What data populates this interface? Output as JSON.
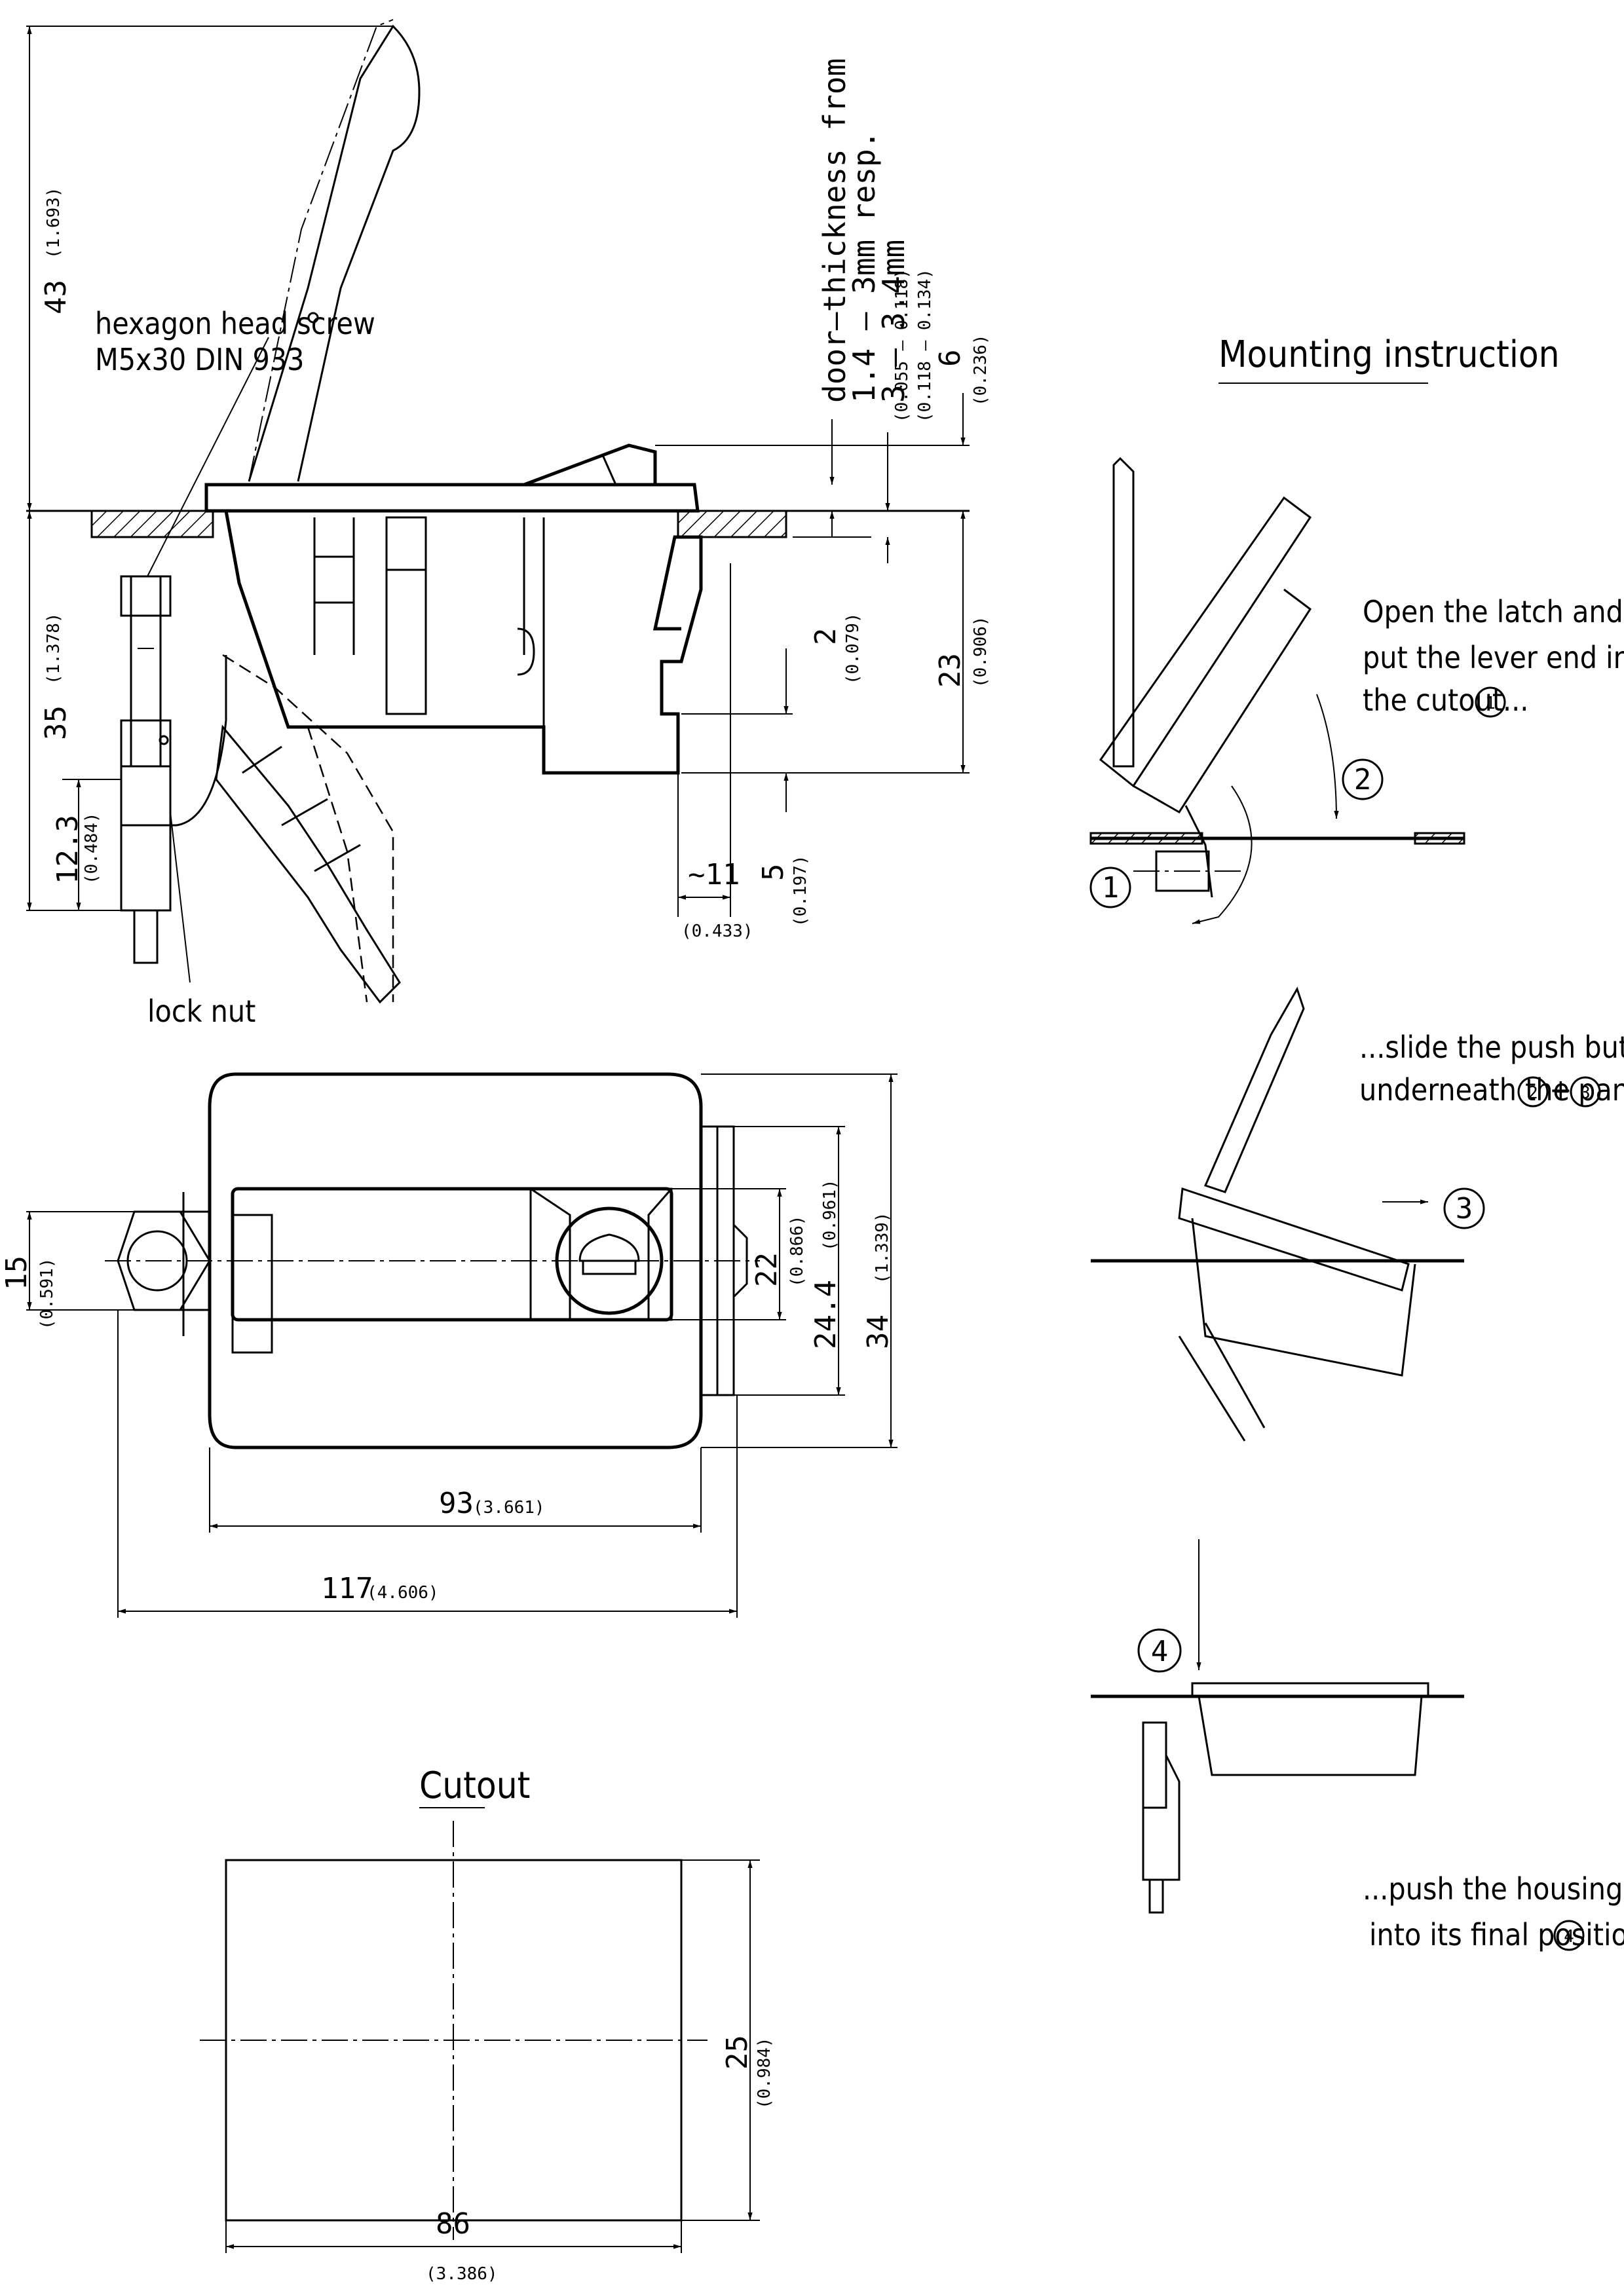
{
  "side_view": {
    "screw_label_1": "hexagon head screw",
    "screw_label_2": "M5x30 DIN 933",
    "locknut_label": "lock nut",
    "door_thickness_1": "door–thickness from",
    "door_thickness_2": "1.4 – 3mm  resp.",
    "door_thickness_3": "3 – 3.4mm",
    "door_inch_1": "(0.055 – 0.118)",
    "door_inch_2": "(0.118 – 0.134)",
    "dim_43": "43",
    "dim_43_in": "(1.693)",
    "dim_35": "35",
    "dim_35_in": "(1.378)",
    "dim_12_3": "12.3",
    "dim_12_3_in": "(0.484)",
    "dim_6": "6",
    "dim_6_in": "(0.236)",
    "dim_2": "2",
    "dim_2_in": "(0.079)",
    "dim_23": "23",
    "dim_23_in": "(0.906)",
    "dim_5": "5",
    "dim_5_in": "(0.197)",
    "dim_11": "~11",
    "dim_11_in": "(0.433)"
  },
  "front_view": {
    "dim_15": "15",
    "dim_15_in": "(0.591)",
    "dim_22": "22",
    "dim_22_in": "(0.866)",
    "dim_24_4": "24.4",
    "dim_24_4_in": "(0.961)",
    "dim_34": "34",
    "dim_34_in": "(1.339)",
    "dim_93": "93",
    "dim_93_in": "(3.661)",
    "dim_117": "117",
    "dim_117_in": "(4.606)"
  },
  "cutout": {
    "title": "Cutout",
    "dim_25": "25",
    "dim_25_in": "(0.984)",
    "dim_86": "86",
    "dim_86_in": "(3.386)"
  },
  "mounting": {
    "title": "Mounting instruction",
    "step1_line1": "Open the latch and",
    "step1_line2": "put the lever end into",
    "step1_line3": "the cutout...",
    "step2_line1": "...slide the push button end",
    "step2_line2": "underneath the panel...",
    "step2_plus": "+",
    "step3_line1": "...push the housing",
    "step3_line2": "into its final position.",
    "num1": "1",
    "num2": "2",
    "num3": "3",
    "num4": "4"
  }
}
